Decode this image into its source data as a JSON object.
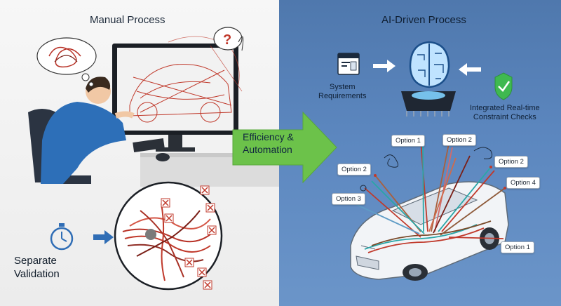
{
  "left_panel": {
    "title": "Manual Process",
    "validation_label_line1": "Separate",
    "validation_label_line2": "Validation"
  },
  "center_arrow": {
    "line1": "Efficiency &",
    "line2": "Automation"
  },
  "right_panel": {
    "title": "AI-Driven Process",
    "system_label_line1": "System",
    "system_label_line2": "Requirements",
    "constraint_label_line1": "Integrated Real-time",
    "constraint_label_line2": "Constraint Checks",
    "options": [
      {
        "label": "Option 1"
      },
      {
        "label": "Option 2"
      },
      {
        "label": "Option 2"
      },
      {
        "label": "Option 2"
      },
      {
        "label": "Option 3"
      },
      {
        "label": "Option 4"
      },
      {
        "label": "Option 1"
      }
    ]
  },
  "colors": {
    "left_bg": "#efefef",
    "right_bg": "#5a84bb",
    "arrow_green": "#6cc24a",
    "wire_red": "#c0392b",
    "check_green": "#3fb950",
    "icon_blue": "#2f6db5"
  },
  "icons": [
    "question-mark-icon",
    "thought-bubble-icon",
    "stopwatch-icon",
    "arrow-right-icon",
    "brain-chip-icon",
    "checkmark-icon",
    "document-icon",
    "error-x-icon"
  ]
}
